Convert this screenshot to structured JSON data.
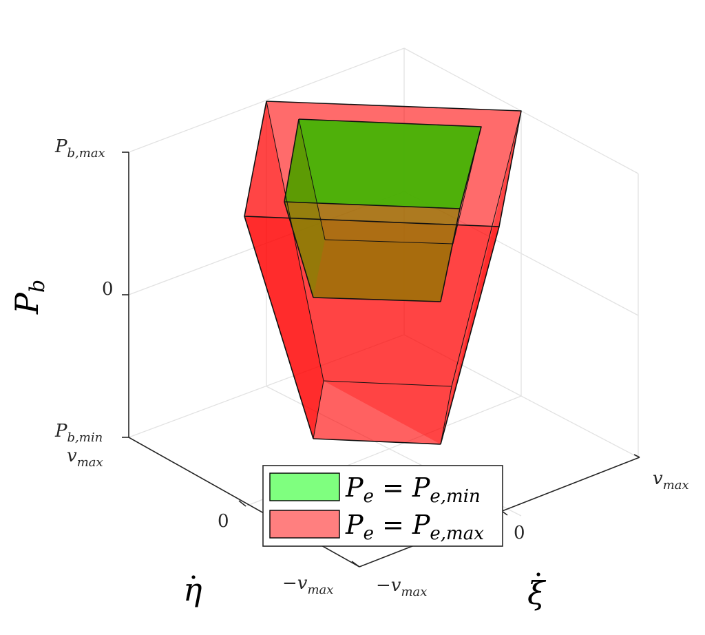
{
  "chart_data": {
    "type": "3d-polyhedra",
    "axes": {
      "x": {
        "label": "ξ̇",
        "label_sym": "ξ",
        "ticks": [
          "−v",
          "0",
          "v"
        ],
        "tick_sub": [
          "max",
          "",
          "max"
        ]
      },
      "y": {
        "label": "η̇",
        "label_sym": "η",
        "ticks": [
          "v",
          "0",
          "−v"
        ],
        "tick_sub": [
          "max",
          "",
          "max"
        ]
      },
      "z": {
        "label_main": "P",
        "label_sub": "b",
        "ticks": [
          "P",
          "0",
          "P"
        ],
        "tick_sub": [
          "b,max",
          "",
          "b,min"
        ]
      }
    },
    "series": [
      {
        "name_main": "P",
        "name_sub": "e",
        "eq": "=",
        "rhs_main": "P",
        "rhs_sub": "e,min",
        "color": "#00cc00"
      },
      {
        "name_main": "P",
        "name_sub": "e",
        "eq": "=",
        "rhs_main": "P",
        "rhs_sub": "e,max",
        "color": "#ff0000"
      }
    ],
    "grid": true,
    "legend": "bottom-center"
  }
}
